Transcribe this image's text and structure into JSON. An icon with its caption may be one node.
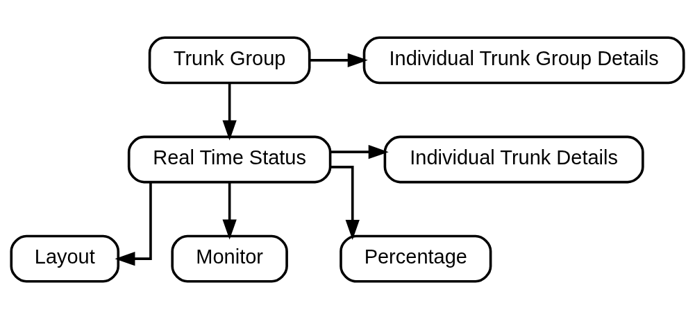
{
  "diagram": {
    "nodes": [
      {
        "text": [
          "Trunk Group"
        ]
      },
      {
        "text": [
          "Individual Trunk Group Details"
        ]
      },
      {
        "text": [
          "Real Time Status"
        ]
      },
      {
        "text": [
          "Individual Trunk Details"
        ]
      },
      {
        "text": [
          "Layout"
        ]
      },
      {
        "text": [
          "Monitor"
        ]
      },
      {
        "text": [
          "Percentage"
        ]
      }
    ],
    "edges": [
      {
        "from": 0,
        "to": 1,
        "arrow": "to"
      },
      {
        "from": 0,
        "to": 2,
        "arrow": "to"
      },
      {
        "from": 2,
        "to": 3,
        "arrow": "to"
      },
      {
        "from": 2,
        "to": 4,
        "arrow": "to"
      },
      {
        "from": 2,
        "to": 5,
        "arrow": "to"
      },
      {
        "from": 2,
        "to": 6,
        "arrow": "to"
      }
    ]
  }
}
